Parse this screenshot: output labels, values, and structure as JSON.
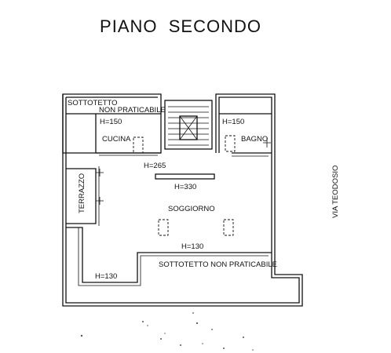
{
  "title": "PIANO  SECONDO",
  "street": "VIA TEODOSIO",
  "rooms": {
    "attic_top_line1": "SOTTOTETTO",
    "attic_top_line2": "NON PRATICABILE",
    "kitchen": "CUCINA",
    "bathroom": "BAGNO",
    "terrace": "TERRAZZO",
    "living": "SOGGIORNO",
    "attic_bottom": "SOTTOTETTO NON PRATICABILE"
  },
  "heights": {
    "kitchen": "H=150",
    "bathroom": "H=150",
    "corridor": "H=265",
    "living_top": "H=330",
    "living_bottom": "H=130",
    "bottom_left": "H=130"
  }
}
